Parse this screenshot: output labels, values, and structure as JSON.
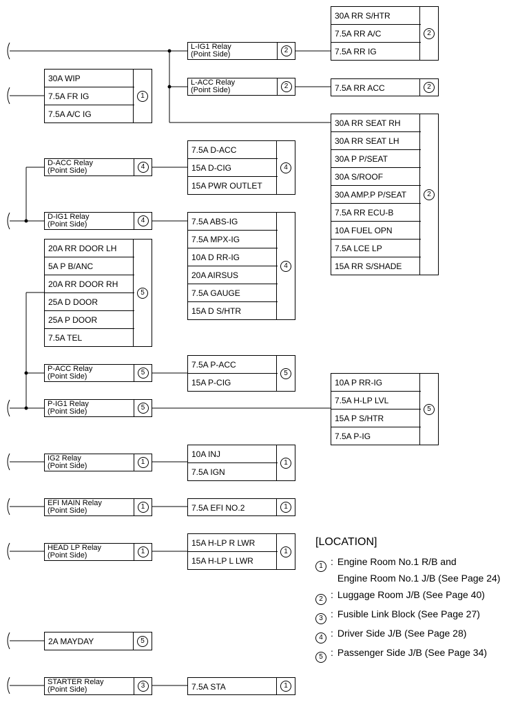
{
  "fuse_groups": {
    "rr_igfuses": {
      "circle": "2",
      "items": [
        "30A RR S/HTR",
        "7.5A RR A/C",
        "7.5A RR IG"
      ]
    },
    "wip_group": {
      "circle": "1",
      "items": [
        "30A WIP",
        "7.5A FR IG",
        "7.5A A/C IG"
      ]
    },
    "rr_acc": {
      "circle": "2",
      "items": [
        "7.5A RR ACC"
      ]
    },
    "rr_seat_group": {
      "circle": "2",
      "items": [
        "30A RR SEAT RH",
        "30A RR SEAT LH",
        "30A P P/SEAT",
        "30A S/ROOF",
        "30A AMP.P P/SEAT",
        "7.5A RR ECU-B",
        "10A FUEL OPN",
        "7.5A LCE LP",
        "15A RR S/SHADE"
      ]
    },
    "d_acc_group": {
      "circle": "4",
      "items": [
        "7.5A D-ACC",
        "15A D-CIG",
        "15A PWR OUTLET"
      ]
    },
    "d_ig1_group": {
      "circle": "4",
      "items": [
        "7.5A ABS-IG",
        "7.5A MPX-IG",
        "10A D RR-IG",
        "20A AIRSUS",
        "7.5A GAUGE",
        "15A D S/HTR"
      ]
    },
    "door_group": {
      "circle": "5",
      "items": [
        "20A RR DOOR LH",
        "5A P B/ANC",
        "20A RR DOOR RH",
        "25A D DOOR",
        "25A P DOOR",
        "7.5A TEL"
      ]
    },
    "p_acc_group": {
      "circle": "5",
      "items": [
        "7.5A P-ACC",
        "15A P-CIG"
      ]
    },
    "p_ig1_group": {
      "circle": "5",
      "items": [
        "10A P RR-IG",
        "7.5A H-LP LVL",
        "15A P S/HTR",
        "7.5A P-IG"
      ]
    },
    "ig2_group": {
      "circle": "1",
      "items": [
        "10A INJ",
        "7.5A IGN"
      ]
    },
    "efi_group": {
      "circle": "1",
      "items": [
        "7.5A EFI NO.2"
      ]
    },
    "headlp_group": {
      "circle": "1",
      "items": [
        "15A H-LP R LWR",
        "15A H-LP L LWR"
      ]
    },
    "mayday_group": {
      "circle": "5",
      "items": [
        "2A MAYDAY"
      ]
    },
    "sta_group": {
      "circle": "1",
      "items": [
        "7.5A STA"
      ]
    }
  },
  "relays": {
    "l_ig1": {
      "line1": "L-IG1 Relay",
      "line2": "(Point Side)",
      "circle": "2"
    },
    "l_acc": {
      "line1": "L-ACC Relay",
      "line2": "(Point Side)",
      "circle": "2"
    },
    "d_acc": {
      "line1": "D-ACC Relay",
      "line2": "(Point Side)",
      "circle": "4"
    },
    "d_ig1": {
      "line1": "D-IG1 Relay",
      "line2": "(Point Side)",
      "circle": "4"
    },
    "p_acc": {
      "line1": "P-ACC Relay",
      "line2": "(Point Side)",
      "circle": "5"
    },
    "p_ig1": {
      "line1": "P-IG1 Relay",
      "line2": "(Point Side)",
      "circle": "5"
    },
    "ig2": {
      "line1": "IG2 Relay",
      "line2": "(Point Side)",
      "circle": "1"
    },
    "efi_main": {
      "line1": "EFI MAIN Relay",
      "line2": "(Point Side)",
      "circle": "1"
    },
    "head_lp": {
      "line1": "HEAD LP Relay",
      "line2": "(Point Side)",
      "circle": "1"
    },
    "starter": {
      "line1": "STARTER Relay",
      "line2": "(Point Side)",
      "circle": "3"
    }
  },
  "legend": {
    "title": "[LOCATION]",
    "items": [
      {
        "num": "1",
        "lines": [
          "Engine Room No.1 R/B and",
          "Engine Room No.1 J/B (See Page 24)"
        ]
      },
      {
        "num": "2",
        "lines": [
          "Luggage Room J/B (See Page 40)"
        ]
      },
      {
        "num": "3",
        "lines": [
          "Fusible Link Block (See Page 27)"
        ]
      },
      {
        "num": "4",
        "lines": [
          "Driver Side J/B (See Page 28)"
        ]
      },
      {
        "num": "5",
        "lines": [
          "Passenger Side J/B (See Page 34)"
        ]
      }
    ]
  }
}
